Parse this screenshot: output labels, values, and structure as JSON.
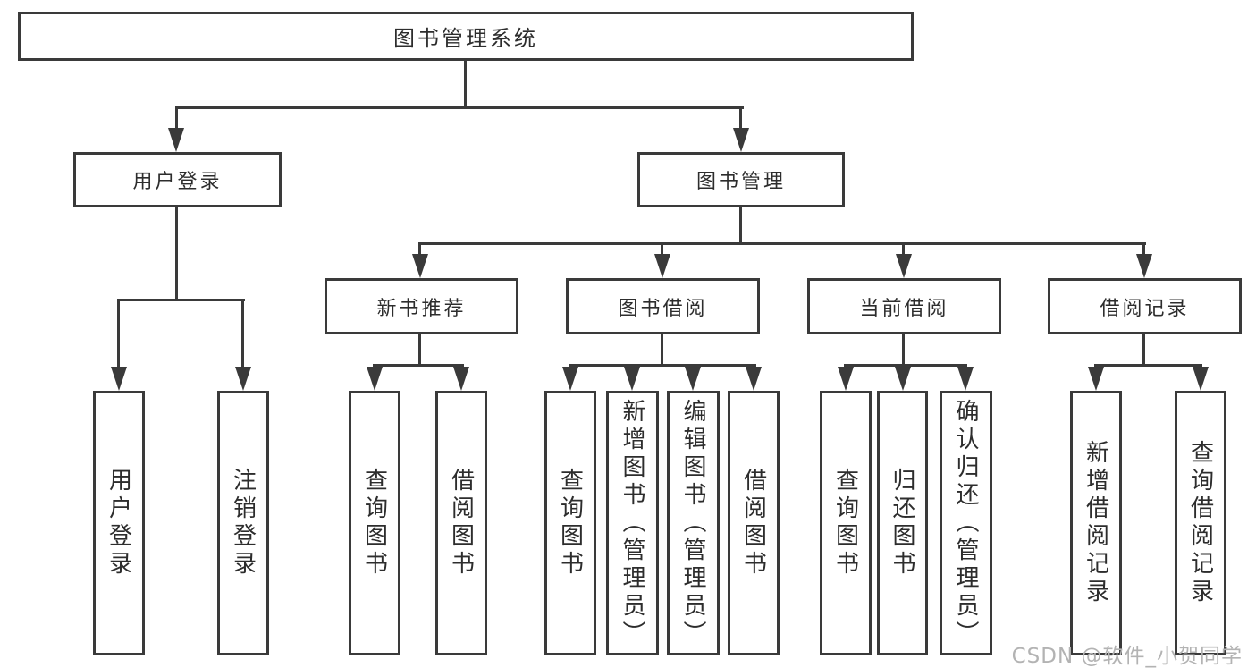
{
  "diagram": {
    "root": {
      "label": "图书管理系统"
    },
    "level2": [
      {
        "label": "用户登录"
      },
      {
        "label": "图书管理"
      }
    ],
    "level3": [
      {
        "label": "新书推荐"
      },
      {
        "label": "图书借阅"
      },
      {
        "label": "当前借阅"
      },
      {
        "label": "借阅记录"
      }
    ],
    "leaves": [
      {
        "label": "用户登录"
      },
      {
        "label": "注销登录"
      },
      {
        "label": "查询图书"
      },
      {
        "label": "借阅图书"
      },
      {
        "label": "查询图书"
      },
      {
        "label": "新增图书（管理员）"
      },
      {
        "label": "编辑图书（管理员）"
      },
      {
        "label": "借阅图书"
      },
      {
        "label": "查询图书"
      },
      {
        "label": "归还图书"
      },
      {
        "label": "确认归还（管理员）"
      },
      {
        "label": "新增借阅记录"
      },
      {
        "label": "查询借阅记录"
      }
    ]
  },
  "watermark": "CSDN @软件_小贺同学",
  "colors": {
    "line": "#3a3a3a",
    "text": "#2d2d2d",
    "watermark": "#b3b3b3",
    "background": "#ffffff"
  }
}
